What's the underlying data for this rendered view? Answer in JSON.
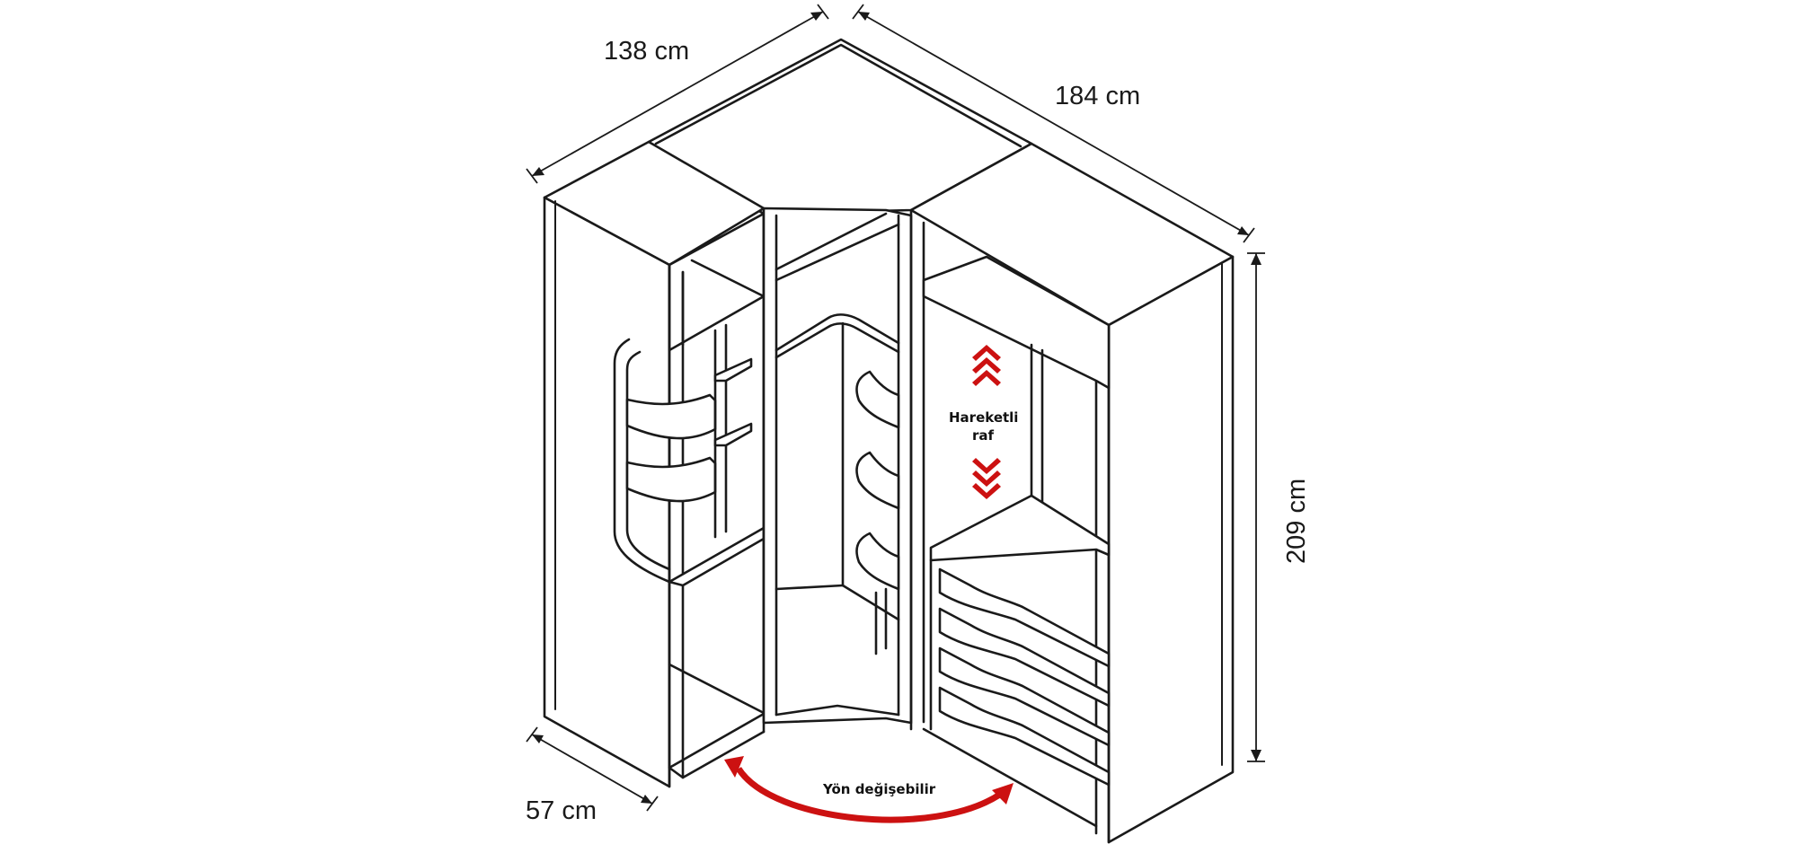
{
  "dimensions": {
    "width_left": "138 cm",
    "width_right": "184 cm",
    "height": "209 cm",
    "depth": "57 cm"
  },
  "annotations": {
    "movable_shelf_line1": "Hareketli",
    "movable_shelf_line2": "raf",
    "reversible": "Yön değişebilir"
  },
  "colors": {
    "line": "#1a1a1a",
    "arrow_red": "#cc1111",
    "background": "#ffffff"
  }
}
